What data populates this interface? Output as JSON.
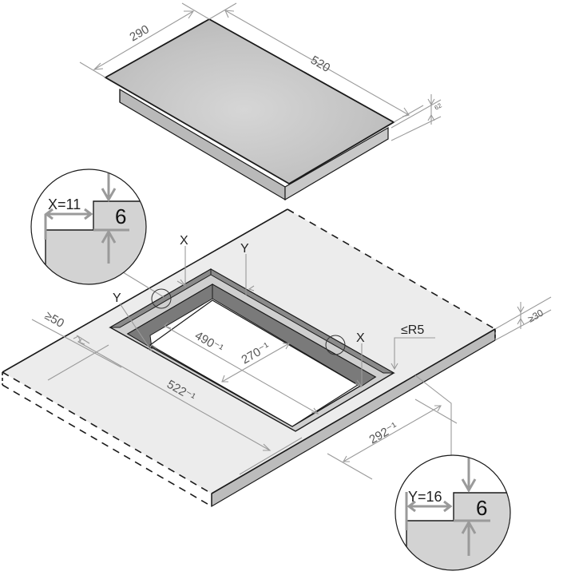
{
  "diagram": {
    "type": "installation-drawing",
    "subject": "Built-in hob with worktop cut-out",
    "colors": {
      "outline": "#1a1a1a",
      "dimension_line": "#9a9a9a",
      "hob_top": "#c9c9c9",
      "hob_side": "#bdbdbd",
      "worktop": "#ececec",
      "worktop_edge": "#bcbcbc",
      "cutout_wall": "#7a7a7a",
      "cutout_ledge": "#cfcfcf",
      "detail_fill": "#d3d3d3"
    },
    "hob": {
      "width_label": "520",
      "depth_label": "290",
      "height_label": "62"
    },
    "worktop": {
      "cutout_length_label": "490⁻¹",
      "cutout_width_label": "270⁻¹",
      "outer_length_label": "522⁻¹",
      "outer_width_label": "292⁻¹",
      "min_front_distance_label": "≥50",
      "min_thickness_label": "≥30",
      "corner_radius_label": "≤R5",
      "marker_x_label": "X",
      "marker_y_label": "Y"
    },
    "details": [
      {
        "name": "detail-x",
        "step_label": "X=11",
        "depth_label": "6"
      },
      {
        "name": "detail-y",
        "step_label": "Y=16",
        "depth_label": "6"
      }
    ]
  }
}
